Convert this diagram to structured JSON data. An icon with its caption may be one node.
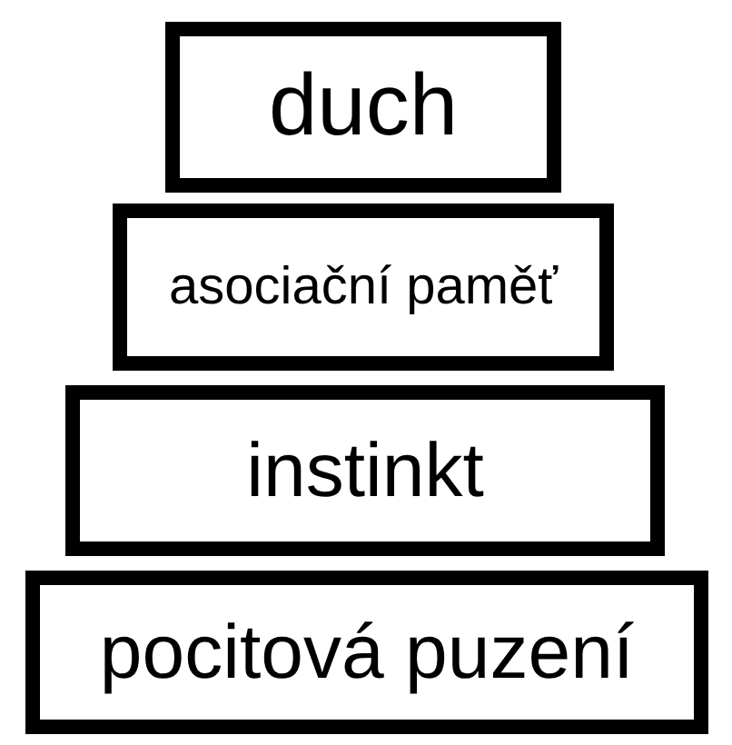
{
  "diagram": {
    "nodes": [
      {
        "text": [
          "duch"
        ]
      },
      {
        "text": [
          "asociační paměť"
        ]
      },
      {
        "text": [
          "instinkt"
        ]
      },
      {
        "text": [
          "pocitová puzení"
        ]
      }
    ]
  }
}
